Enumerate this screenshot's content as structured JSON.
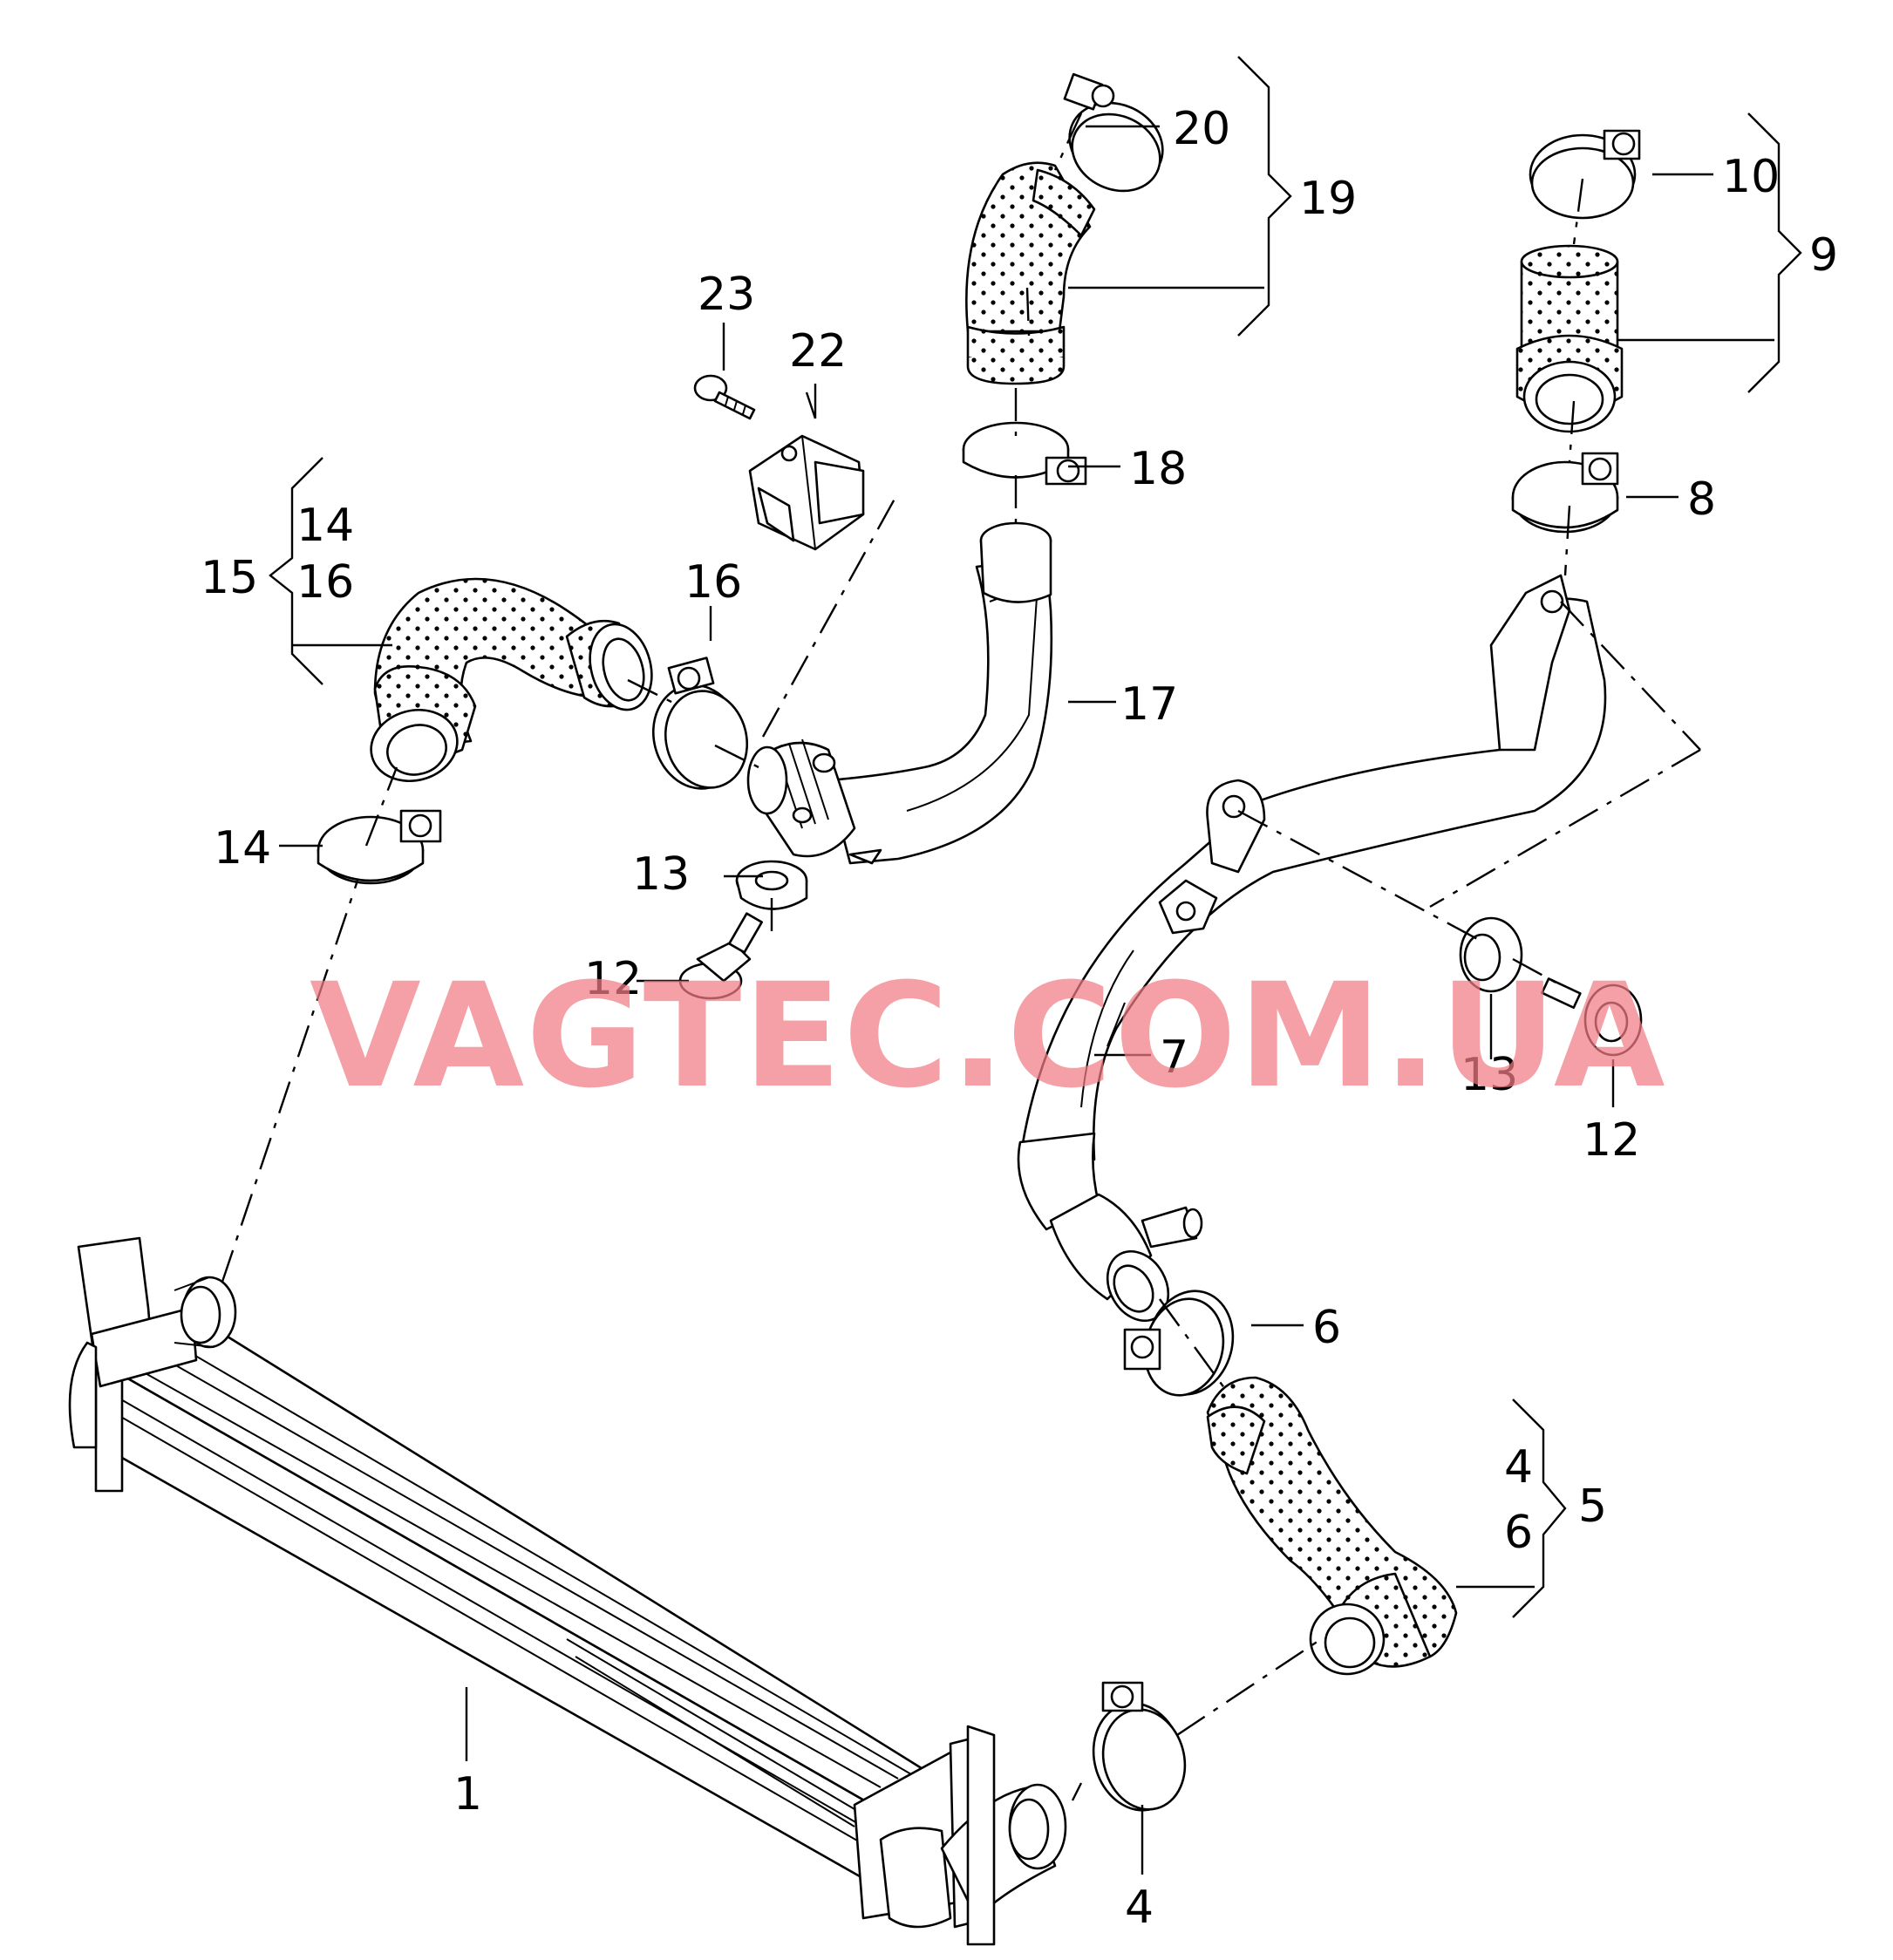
{
  "watermark": "VAGTEC.COM.UA",
  "colors": {
    "line": "#000000",
    "background": "#ffffff",
    "watermark": "#f07b84"
  },
  "labels": {
    "l1": "1",
    "l4": "4",
    "l4b": "4",
    "l5": "5",
    "l6": "6",
    "l6b": "6",
    "l7": "7",
    "l8": "8",
    "l9": "9",
    "l10": "10",
    "l12a": "12",
    "l12b": "12",
    "l13a": "13",
    "l13b": "13",
    "l14a": "14",
    "l14b": "14",
    "l15": "15",
    "l16a": "16",
    "l16b": "16",
    "l17": "17",
    "l18": "18",
    "l19": "19",
    "l20": "20",
    "l22": "22",
    "l23": "23"
  }
}
